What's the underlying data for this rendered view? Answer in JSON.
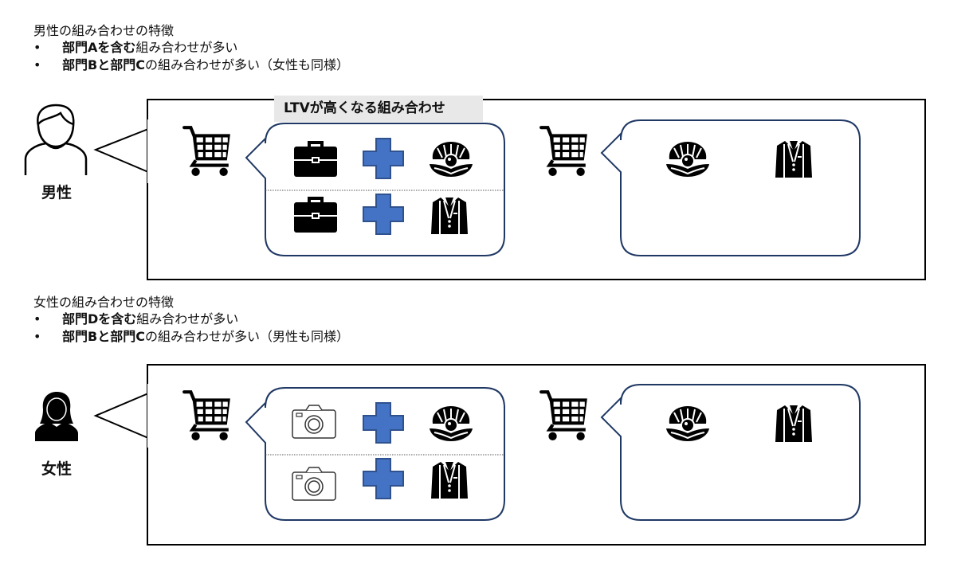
{
  "male_section": {
    "heading": "男性の組み合わせの特徴",
    "bullets": [
      {
        "bold": "部門Aを含む",
        "rest": "組み合わせが多い"
      },
      {
        "bold": "部門Bと部門C",
        "rest": "の組み合わせが多い（女性も同様）"
      }
    ],
    "tag": "LTVが高くなる組み合わせ",
    "person_label": "男性"
  },
  "female_section": {
    "heading": "女性の組み合わせの特徴",
    "bullets": [
      {
        "bold": "部門Dを含む",
        "rest": "組み合わせが多い"
      },
      {
        "bold": "部門Bと部門C",
        "rest": "の組み合わせが多い（男性も同様）"
      }
    ],
    "person_label": "女性"
  },
  "bullet_char": "•",
  "colors": {
    "plus": "#4472c4",
    "plus_border": "#2f528f",
    "bubble_border": "#1f3864",
    "tag_bg": "#e8e8e8"
  },
  "icons": [
    "shopping-cart-icon",
    "briefcase-icon",
    "plus-icon",
    "oyster-pearl-icon",
    "suit-jacket-icon",
    "camera-icon",
    "man-outline-icon",
    "woman-icon"
  ]
}
